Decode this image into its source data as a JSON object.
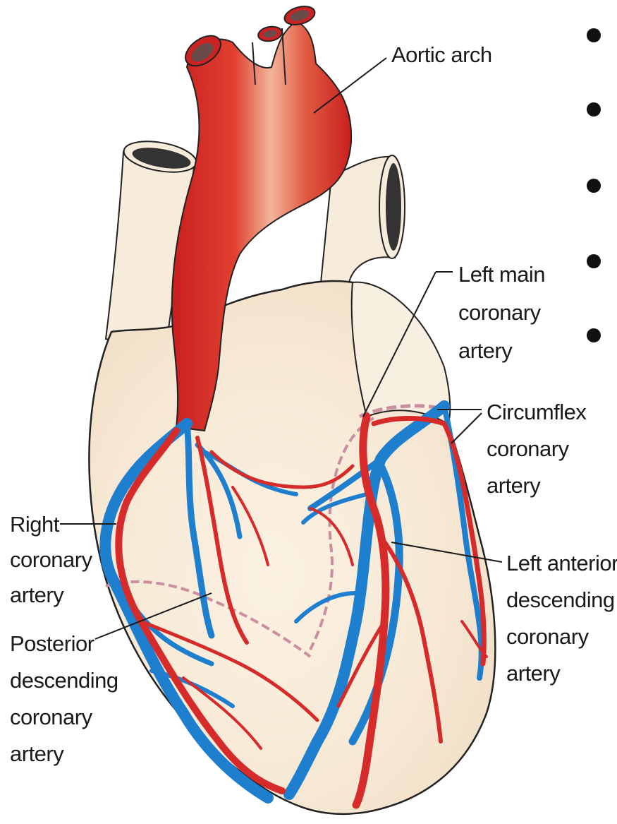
{
  "diagram": {
    "labels": {
      "aortic_arch": [
        "Aortic arch"
      ],
      "left_main": [
        "Left main",
        "coronary",
        "artery"
      ],
      "circumflex": [
        "Circumflex",
        "coronary",
        "artery"
      ],
      "right_coronary": [
        "Right",
        "coronary",
        "artery"
      ],
      "left_anterior": [
        "Left anterior",
        "descending",
        "coronary",
        "artery"
      ],
      "posterior_descending": [
        "Posterior",
        "descending",
        "coronary",
        "artery"
      ]
    },
    "bullet_count": 5
  },
  "colors": {
    "artery_red": "#d52b2b",
    "vein_blue": "#1f7fcf",
    "heart_tissue": "#f7ecdc",
    "outline": "#222222",
    "boundary_dash": "#c98fa0"
  }
}
